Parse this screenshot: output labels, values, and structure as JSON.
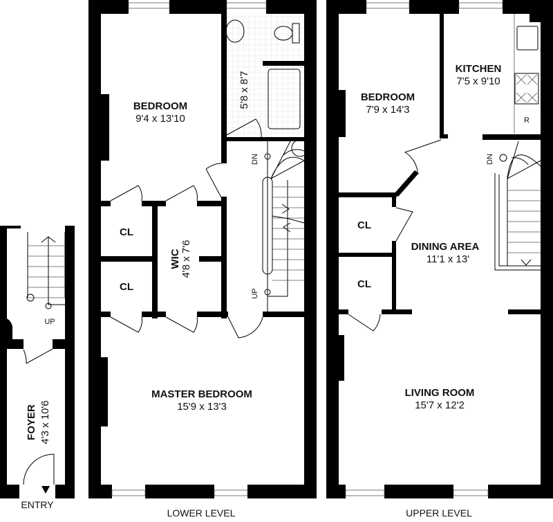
{
  "lower_level": {
    "label": "LOWER LEVEL",
    "rooms": [
      {
        "name": "BEDROOM",
        "dims": "9'4 x 13'10"
      },
      {
        "name": "",
        "dims": "5'8 x 8'7"
      },
      {
        "name": "CL",
        "dims": ""
      },
      {
        "name": "CL",
        "dims": ""
      },
      {
        "name": "WIC",
        "dims": "4'8 x 7'6"
      },
      {
        "name": "MASTER BEDROOM",
        "dims": "15'9 x 13'3"
      }
    ],
    "stair_labels": {
      "down": "DN",
      "up": "UP"
    }
  },
  "upper_level": {
    "label": "UPPER LEVEL",
    "rooms": [
      {
        "name": "BEDROOM",
        "dims": "7'9 x 14'3"
      },
      {
        "name": "KITCHEN",
        "dims": "7'5 x 9'10"
      },
      {
        "name": "CL",
        "dims": ""
      },
      {
        "name": "CL",
        "dims": ""
      },
      {
        "name": "DINING AREA",
        "dims": "11'1 x 13'"
      },
      {
        "name": "LIVING ROOM",
        "dims": "15'7 x 12'2"
      }
    ],
    "refrigerator_label": "R",
    "stair_labels": {
      "down": "DN"
    }
  },
  "foyer": {
    "name": "FOYER",
    "dims": "4'3 x 10'6",
    "entry_label": "ENTRY",
    "stair_label": "UP"
  }
}
